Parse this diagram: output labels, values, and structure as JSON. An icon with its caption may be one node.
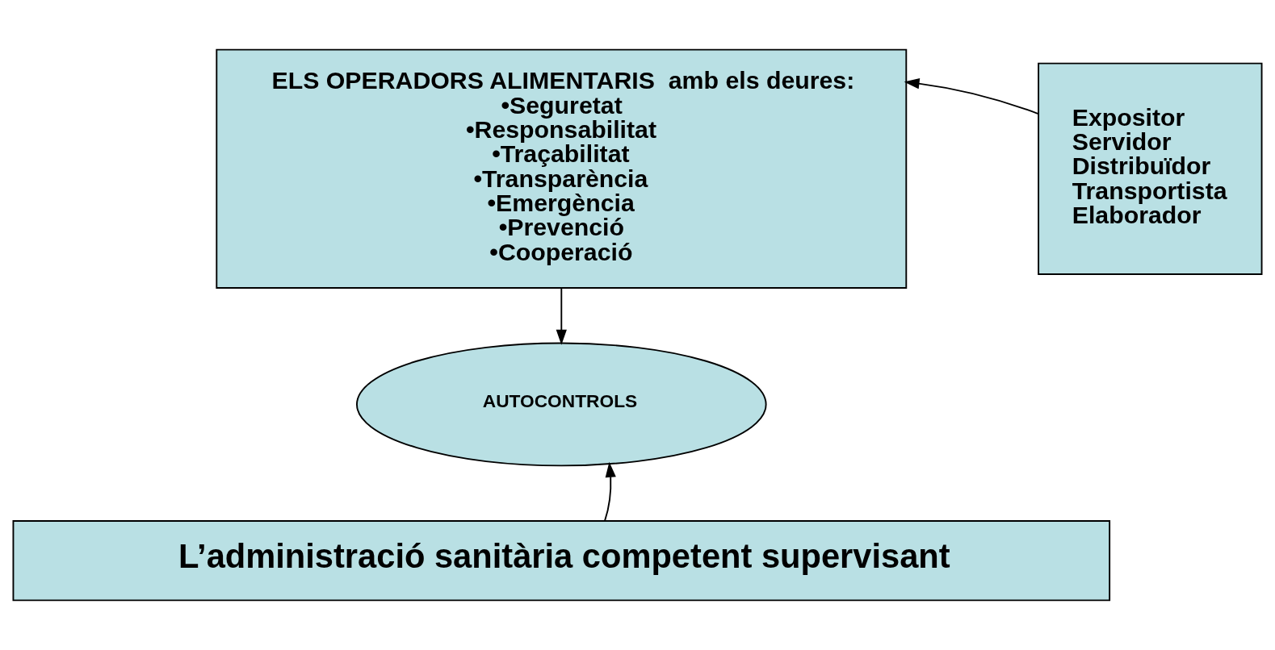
{
  "diagram": {
    "nodes": [
      {
        "text": [
          "ELS OPERADORS ALIMENTARIS  amb els deures:",
          "•Seguretat",
          "•Responsabilitat",
          "•Traçabilitat",
          "•Transparència",
          "•Emergència",
          "•Prevenció",
          "•Cooperació"
        ]
      },
      {
        "text": [
          "Expositor",
          "Servidor",
          "Distribuïdor",
          "Transportista",
          "Elaborador"
        ]
      },
      {
        "text": [
          "AUTOCONTROLS"
        ]
      },
      {
        "text": [
          "L’administració sanitària competent supervisant"
        ]
      }
    ],
    "edges": [
      {
        "from": 1,
        "to": 0,
        "arrow": "to"
      },
      {
        "from": 0,
        "to": 2,
        "arrow": "to"
      },
      {
        "from": 3,
        "to": 2,
        "arrow": "to"
      }
    ]
  }
}
